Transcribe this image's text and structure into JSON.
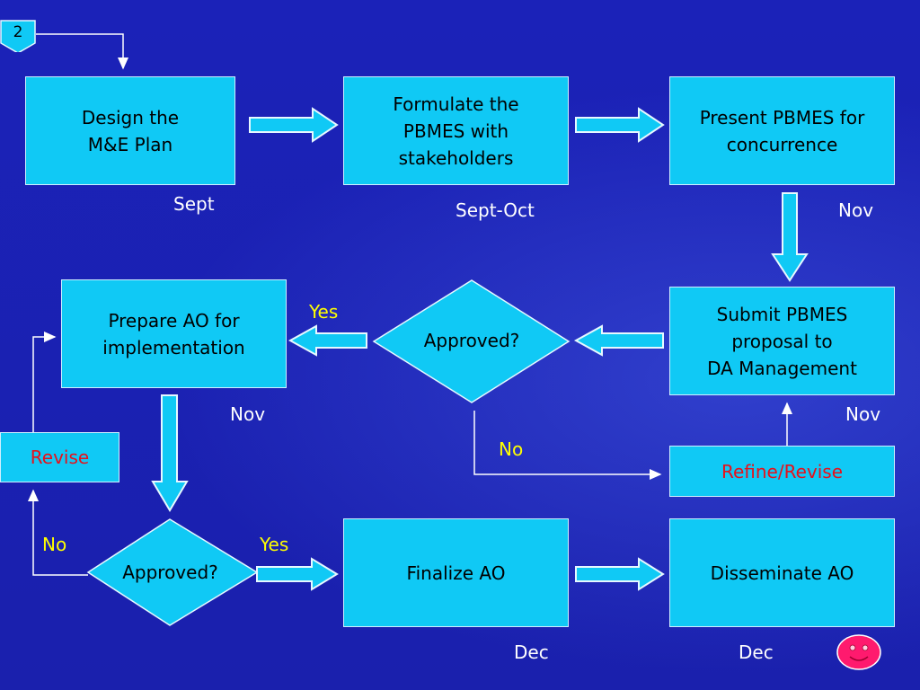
{
  "slide_number": "2",
  "steps": {
    "design": "Design the\nM&E Plan",
    "formulate": "Formulate the\nPBMES with\nstakeholders",
    "present": "Present PBMES for\nconcurrence",
    "submit": "Submit PBMES\nproposal to\nDA Management",
    "prepare": "Prepare AO for\nimplementation",
    "revise": "Revise",
    "refine": "Refine/Revise",
    "finalize": "Finalize AO",
    "disseminate": "Disseminate AO"
  },
  "decisions": {
    "approved_top": "Approved?",
    "approved_bottom": "Approved?"
  },
  "timeline": {
    "design": "Sept",
    "formulate": "Sept-Oct",
    "present": "Nov",
    "prepare": "Nov",
    "submit": "Nov",
    "finalize": "Dec",
    "disseminate": "Dec"
  },
  "branch_labels": {
    "yes_top": "Yes",
    "no_top": "No",
    "no_bottom": "No",
    "yes_bottom": "Yes"
  },
  "colors": {
    "background": "#1a1fb0",
    "box_fill": "#10c9f5",
    "revise_text": "#e8101a",
    "branch_label": "#ffff00",
    "smiley": "#ff1a6e"
  }
}
